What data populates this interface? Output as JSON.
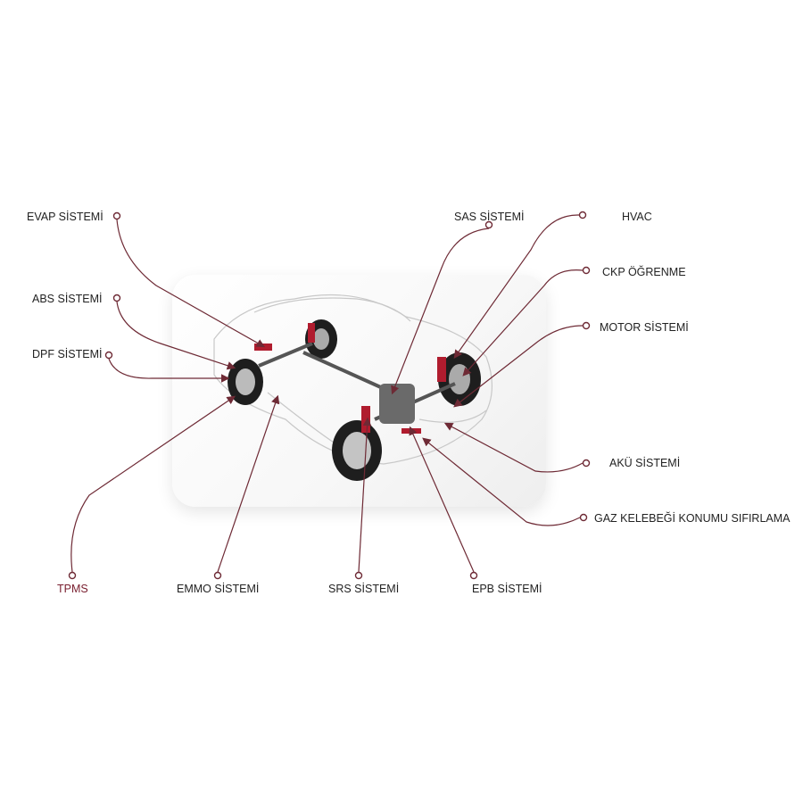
{
  "colors": {
    "leader": "#6e2a35",
    "accent": "#b01c2e",
    "text": "#222222"
  },
  "labels": {
    "evap": "EVAP SİSTEMİ",
    "abs": "ABS SİSTEMİ",
    "dpf": "DPF SİSTEMİ",
    "sas": "SAS SİSTEMİ",
    "hvac": "HVAC",
    "ckp": "CKP ÖĞRENME",
    "motor": "MOTOR SİSTEMİ",
    "aku": "AKÜ SİSTEMİ",
    "gaz": "GAZ KELEBEĞİ KONUMU SIFIRLAMA",
    "tpms": "TPMS",
    "emmo": "EMMO SİSTEMİ",
    "srs": "SRS SİSTEMİ",
    "epb": "EPB SİSTEMİ"
  }
}
